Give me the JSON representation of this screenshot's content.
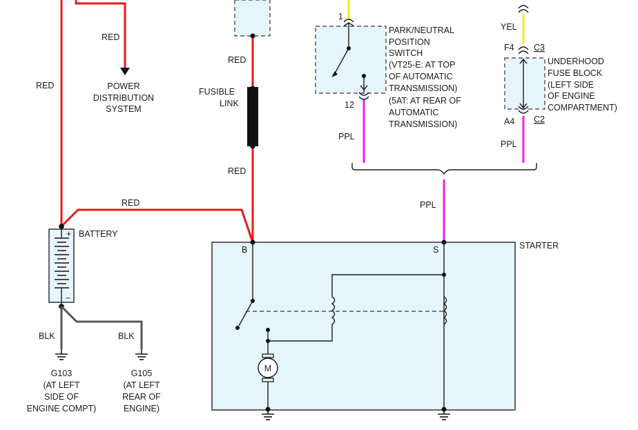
{
  "colors": {
    "red": "#e8191b",
    "purple": "#ee1fee",
    "yellow": "#f3ea14",
    "black_wire": "#555555",
    "component_fill": "#e6f4fb"
  },
  "wires": {
    "red_left": "RED",
    "red_pds": "RED",
    "red_top_fusible": "RED",
    "red_bottom_fusible": "RED",
    "red_battery_starter": "RED",
    "yel": "YEL",
    "ppl_switch": "PPL",
    "ppl_fuse": "PPL",
    "ppl_starter": "PPL",
    "blk_g103": "BLK",
    "blk_g105": "BLK"
  },
  "power_distribution": {
    "lines": [
      "POWER",
      "DISTRIBUTION",
      "SYSTEM"
    ]
  },
  "fusible_link": {
    "lines": [
      "FUSIBLE",
      "LINK"
    ]
  },
  "park_neutral_switch": {
    "lines": [
      "PARK/NEUTRAL",
      "POSITION",
      "SWITCH",
      "(VT25-E: AT TOP",
      "OF AUTOMATIC",
      "TRANSMISSION)",
      "(5AT: AT REAR OF",
      "AUTOMATIC",
      "TRANSMISSION)"
    ],
    "pin_top": "1",
    "pin_bottom": "12"
  },
  "fuse_block": {
    "lines": [
      "UNDERHOOD",
      "FUSE BLOCK",
      "(LEFT SIDE",
      "OF ENGINE",
      "COMPARTMENT)"
    ],
    "pin_top": "F4",
    "conn_top": "C3",
    "pin_bottom": "A4",
    "conn_bottom": "C2"
  },
  "battery": {
    "label": "BATTERY",
    "plus": "+",
    "minus": "−"
  },
  "starter": {
    "label": "STARTER",
    "terminal_b": "B",
    "terminal_s": "S",
    "motor": "M"
  },
  "grounds": {
    "g103": {
      "lines": [
        "G103",
        "(AT LEFT",
        "SIDE OF",
        "ENGINE COMPT)"
      ]
    },
    "g105": {
      "lines": [
        "G105",
        "(AT LEFT",
        "REAR OF",
        "ENGINE)"
      ]
    }
  }
}
